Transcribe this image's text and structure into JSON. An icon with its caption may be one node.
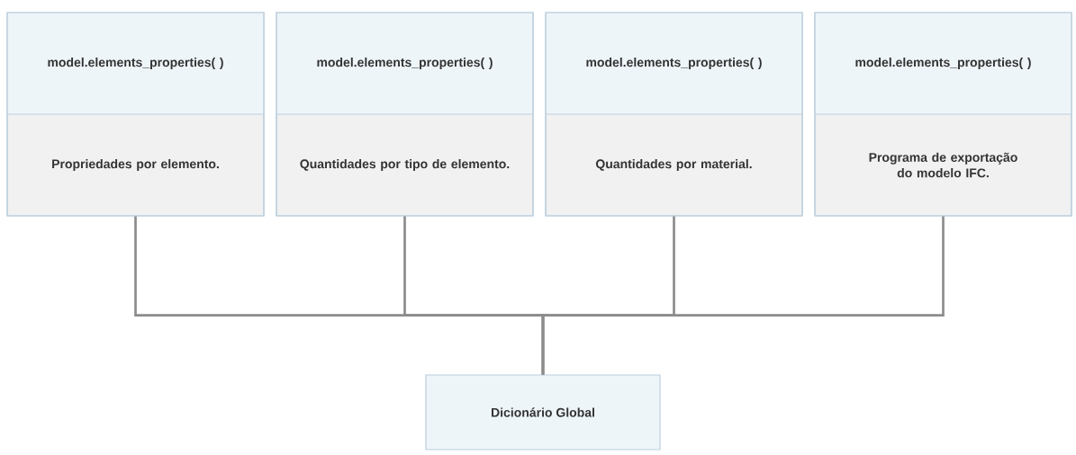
{
  "diagram": {
    "nodes": [
      {
        "text": [
          "model.elements_properties( )",
          "Propriedades por elemento."
        ]
      },
      {
        "text": [
          "model.elements_properties( )",
          "Quantidades por tipo de elemento."
        ]
      },
      {
        "text": [
          "model.elements_properties( )",
          "Quantidades por material."
        ]
      },
      {
        "text": [
          "model.elements_properties( )",
          "Programa de exportação do modelo IFC."
        ]
      },
      {
        "text": [
          "Dicionário Global"
        ]
      }
    ],
    "edges": [
      {
        "from": 0,
        "to": 4,
        "arrow": "none"
      },
      {
        "from": 1,
        "to": 4,
        "arrow": "none"
      },
      {
        "from": 2,
        "to": 4,
        "arrow": "none"
      },
      {
        "from": 3,
        "to": 4,
        "arrow": "none"
      }
    ]
  }
}
